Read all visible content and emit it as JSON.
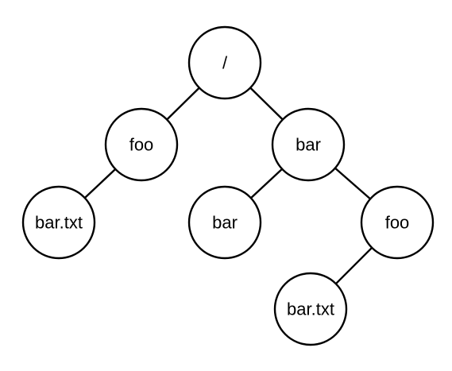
{
  "diagram": {
    "colors": {
      "stroke": "#000000",
      "node_fill": "#ffffff",
      "background": "#ffffff"
    },
    "nodes": [
      {
        "id": "root",
        "label": "/"
      },
      {
        "id": "foo",
        "label": "foo"
      },
      {
        "id": "bar",
        "label": "bar"
      },
      {
        "id": "foo-bar-txt",
        "label": "bar.txt"
      },
      {
        "id": "bar-bar",
        "label": "bar"
      },
      {
        "id": "bar-foo",
        "label": "foo"
      },
      {
        "id": "bar-foo-bar-txt",
        "label": "bar.txt"
      }
    ],
    "edges": [
      {
        "from": "root",
        "to": "foo"
      },
      {
        "from": "root",
        "to": "bar"
      },
      {
        "from": "foo",
        "to": "foo-bar-txt"
      },
      {
        "from": "bar",
        "to": "bar-bar"
      },
      {
        "from": "bar",
        "to": "bar-foo"
      },
      {
        "from": "bar-foo",
        "to": "bar-foo-bar-txt"
      }
    ]
  }
}
